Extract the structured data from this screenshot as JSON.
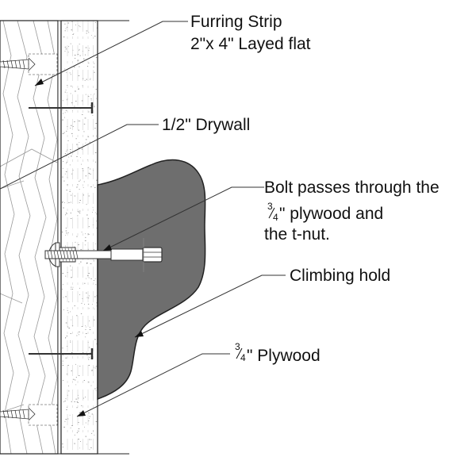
{
  "labels": {
    "furring_strip_line1": "Furring Strip",
    "furring_strip_line2": "2\"x 4\" Layed flat",
    "drywall": "1/2\" Drywall",
    "bolt_line1": "Bolt passes through the",
    "bolt_line2_num": "3",
    "bolt_line2_den": "4",
    "bolt_line2_rest": "\" plywood and",
    "bolt_line3": "the t-nut.",
    "climbing_hold": "Climbing hold",
    "plywood_num": "3",
    "plywood_den": "4",
    "plywood_rest": "\" Plywood"
  },
  "colors": {
    "climbing_hold_fill": "#6e6e6e",
    "outline": "#222222",
    "wood_grain": "#9a9a9a"
  }
}
